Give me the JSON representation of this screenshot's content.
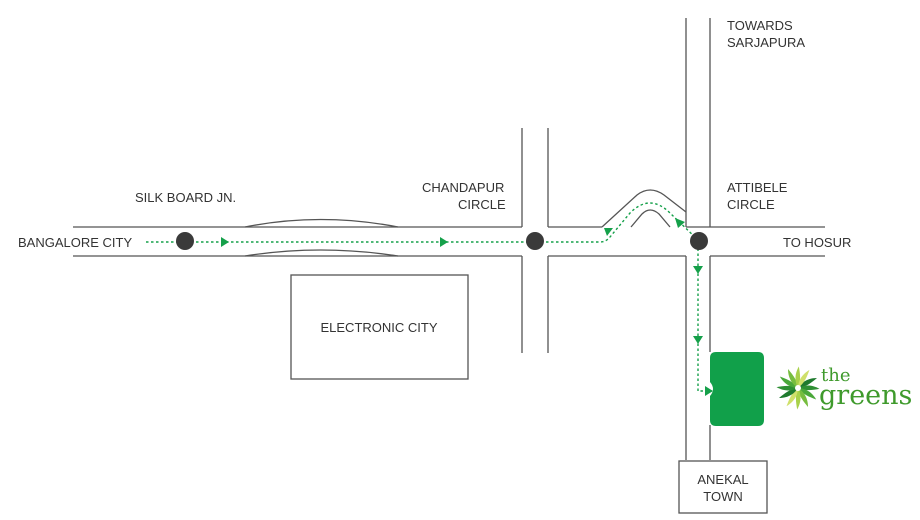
{
  "labels": {
    "bangalore_city": "BANGALORE CITY",
    "silk_board": "SILK BOARD JN.",
    "chandapur_line1": "CHANDAPUR",
    "chandapur_line2": "CIRCLE",
    "towards_line1": "TOWARDS",
    "towards_line2": "SARJAPURA",
    "attibele_line1": "ATTIBELE",
    "attibele_line2": "CIRCLE",
    "to_hosur": "TO HOSUR",
    "electronic_city": "ELECTRONIC CITY",
    "anekal_line1": "ANEKAL",
    "anekal_line2": "TOWN"
  },
  "brand": {
    "the": "the",
    "greens": "greens"
  },
  "colors": {
    "route": "#15a04a",
    "destination": "#11a04a",
    "junction": "#3a3a3a",
    "road": "#555555",
    "brand_green": "#3f9a2c"
  },
  "icons": {
    "logo": "pinwheel-flower-icon",
    "junction": "junction-dot-icon",
    "direction": "triangle-arrow-icon"
  }
}
